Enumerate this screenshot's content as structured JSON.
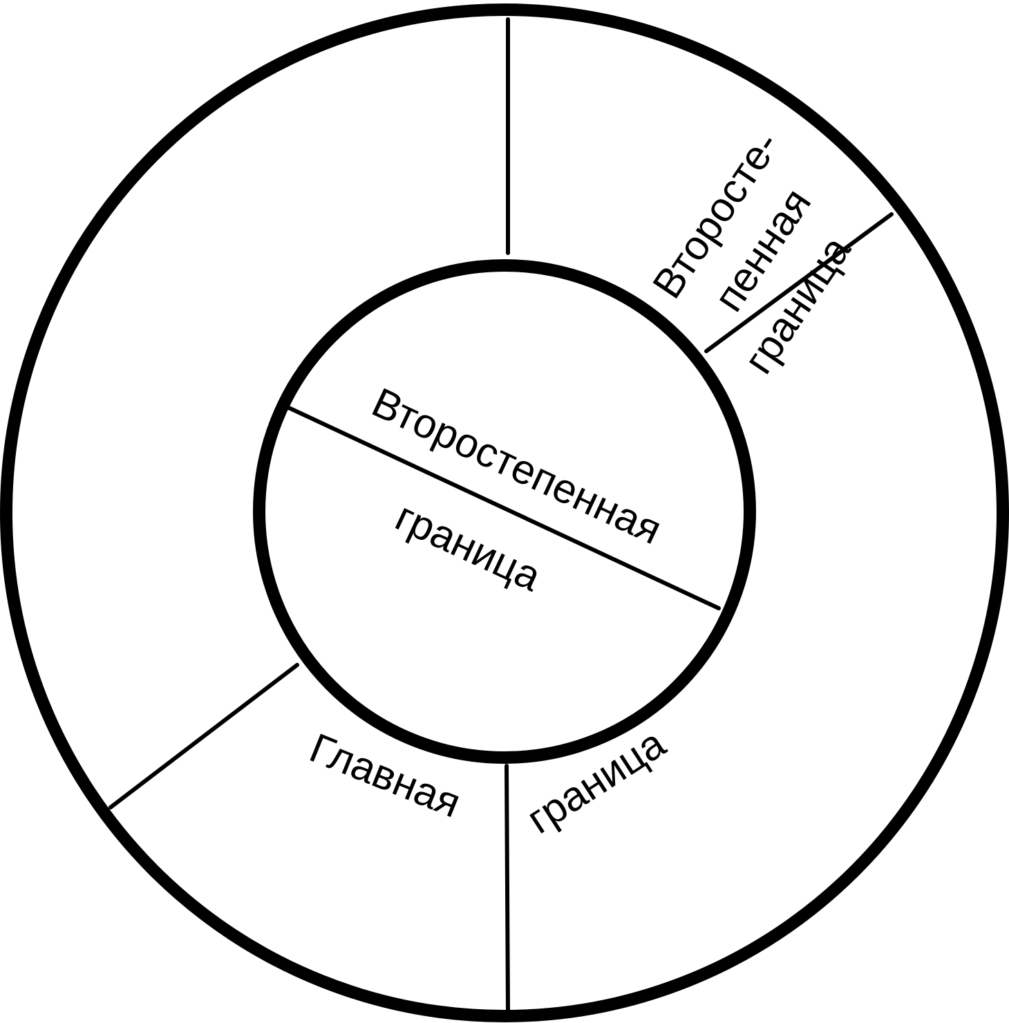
{
  "colors": {
    "background": "#ffffff",
    "ink": "#000000"
  },
  "labels": {
    "outer_secondary_line1": "Второсте-",
    "outer_secondary_line2": "пенная",
    "outer_secondary_line3": "граница",
    "inner_secondary_line1": "Второстепенная",
    "inner_secondary_line2": "граница",
    "main_line1": "Главная",
    "main_line2": "граница"
  }
}
